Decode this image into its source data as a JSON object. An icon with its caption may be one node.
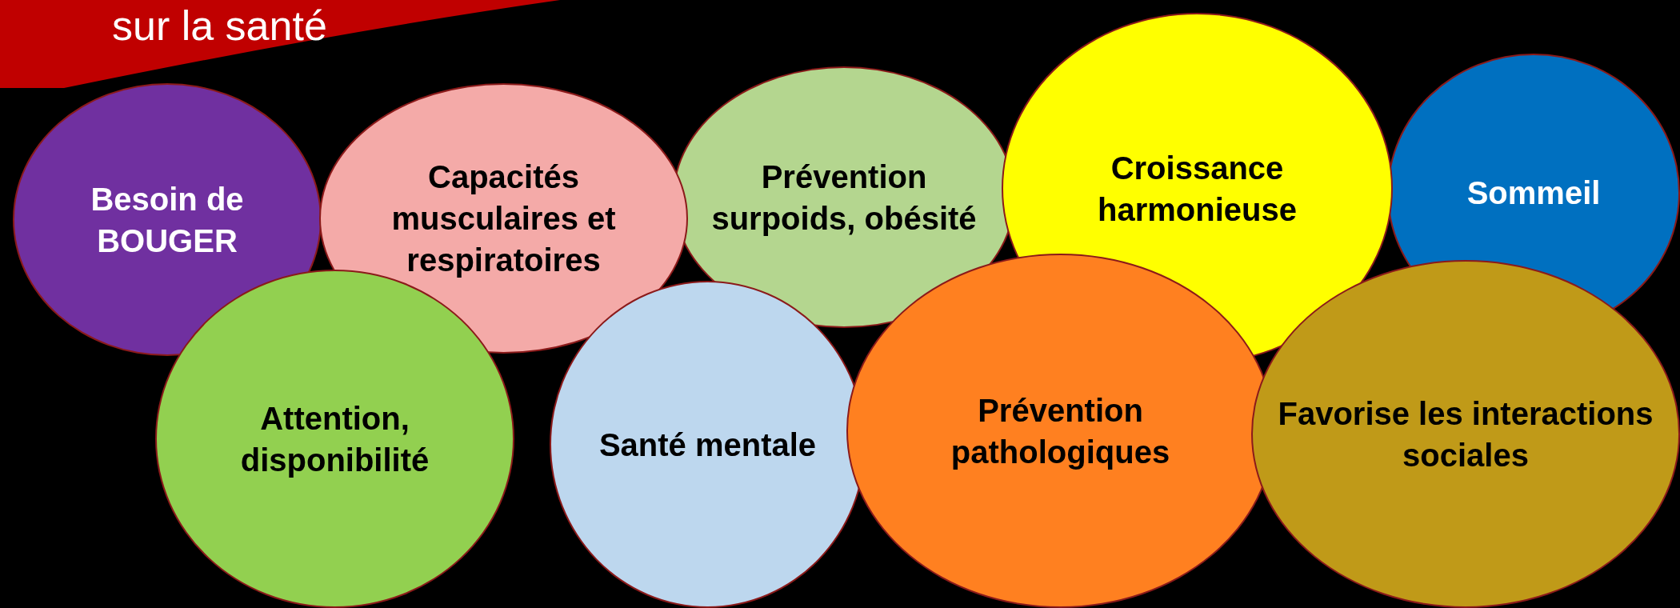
{
  "diagram": {
    "title": "sur la santé",
    "nodes": [
      {
        "text": [
          "Besoin de BOUGER"
        ]
      },
      {
        "text": [
          "Capacités musculaires et respiratoires"
        ]
      },
      {
        "text": [
          "Prévention surpoids, obésité"
        ]
      },
      {
        "text": [
          "Croissance harmonieuse"
        ]
      },
      {
        "text": [
          "Sommeil"
        ]
      },
      {
        "text": [
          "Attention, disponibilité"
        ]
      },
      {
        "text": [
          "Santé mentale"
        ]
      },
      {
        "text": [
          "Prévention pathologiques"
        ]
      },
      {
        "text": [
          "Favorise les interactions sociales"
        ]
      }
    ]
  }
}
